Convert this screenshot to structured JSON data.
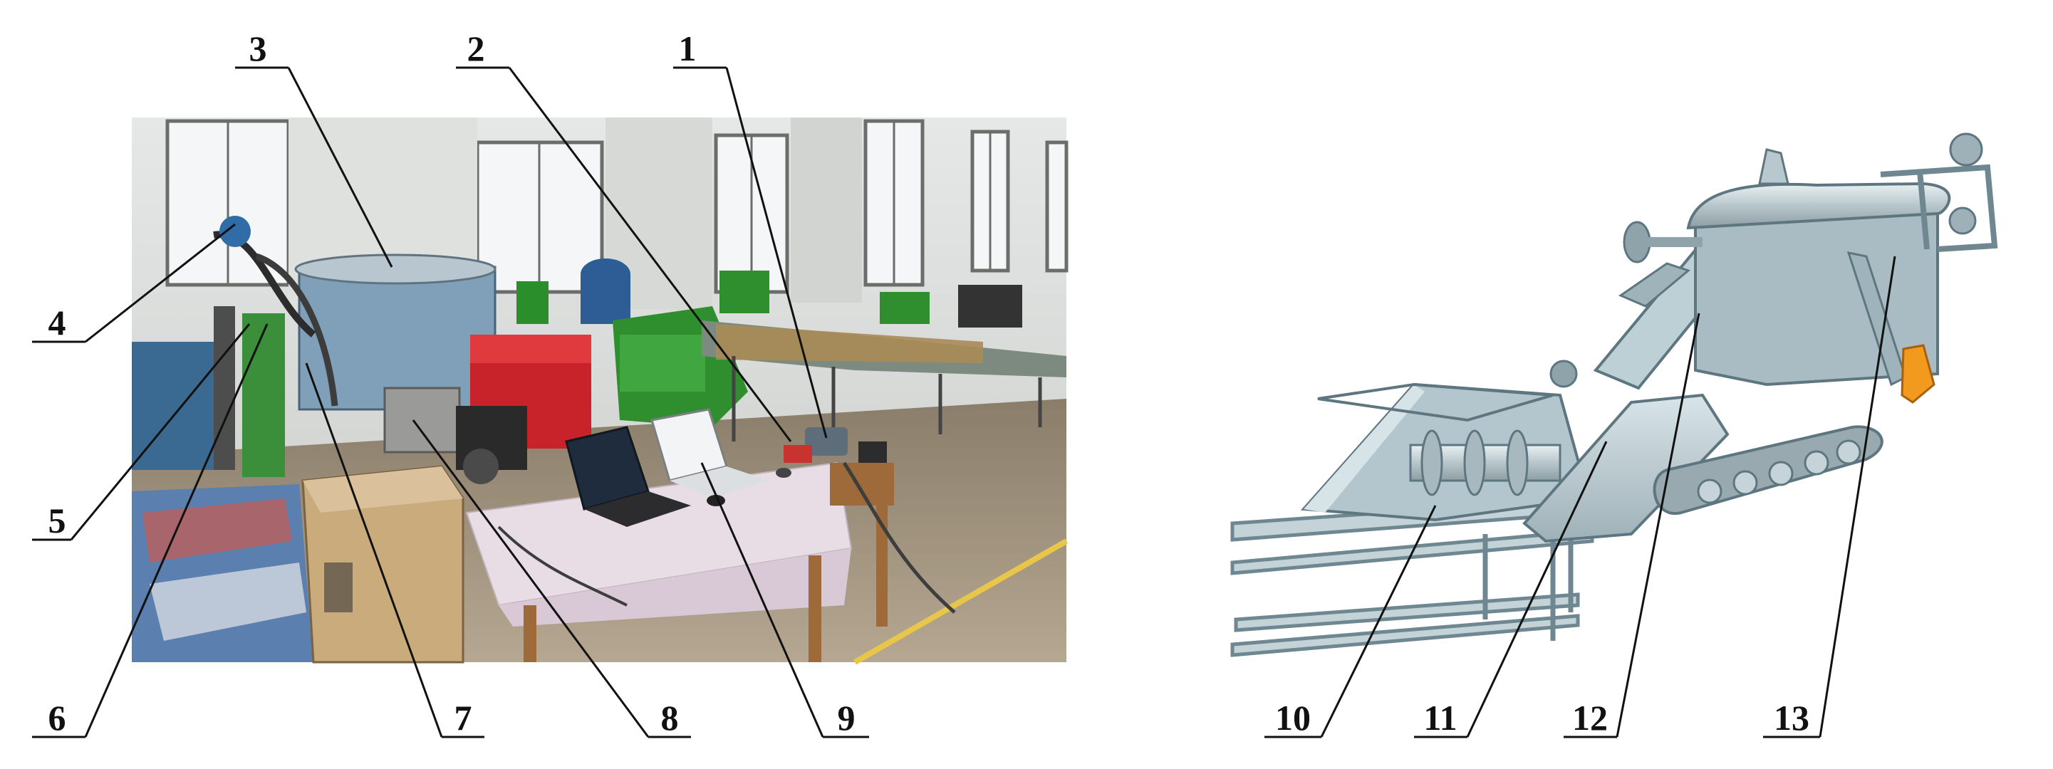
{
  "figure": {
    "left_panel": {
      "callouts": [
        {
          "label": "1"
        },
        {
          "label": "2"
        },
        {
          "label": "3"
        },
        {
          "label": "4"
        },
        {
          "label": "5"
        },
        {
          "label": "6"
        },
        {
          "label": "7"
        },
        {
          "label": "8"
        },
        {
          "label": "9"
        }
      ]
    },
    "right_panel": {
      "callouts": [
        {
          "label": "10"
        },
        {
          "label": "11"
        },
        {
          "label": "12"
        },
        {
          "label": "13"
        }
      ]
    }
  }
}
